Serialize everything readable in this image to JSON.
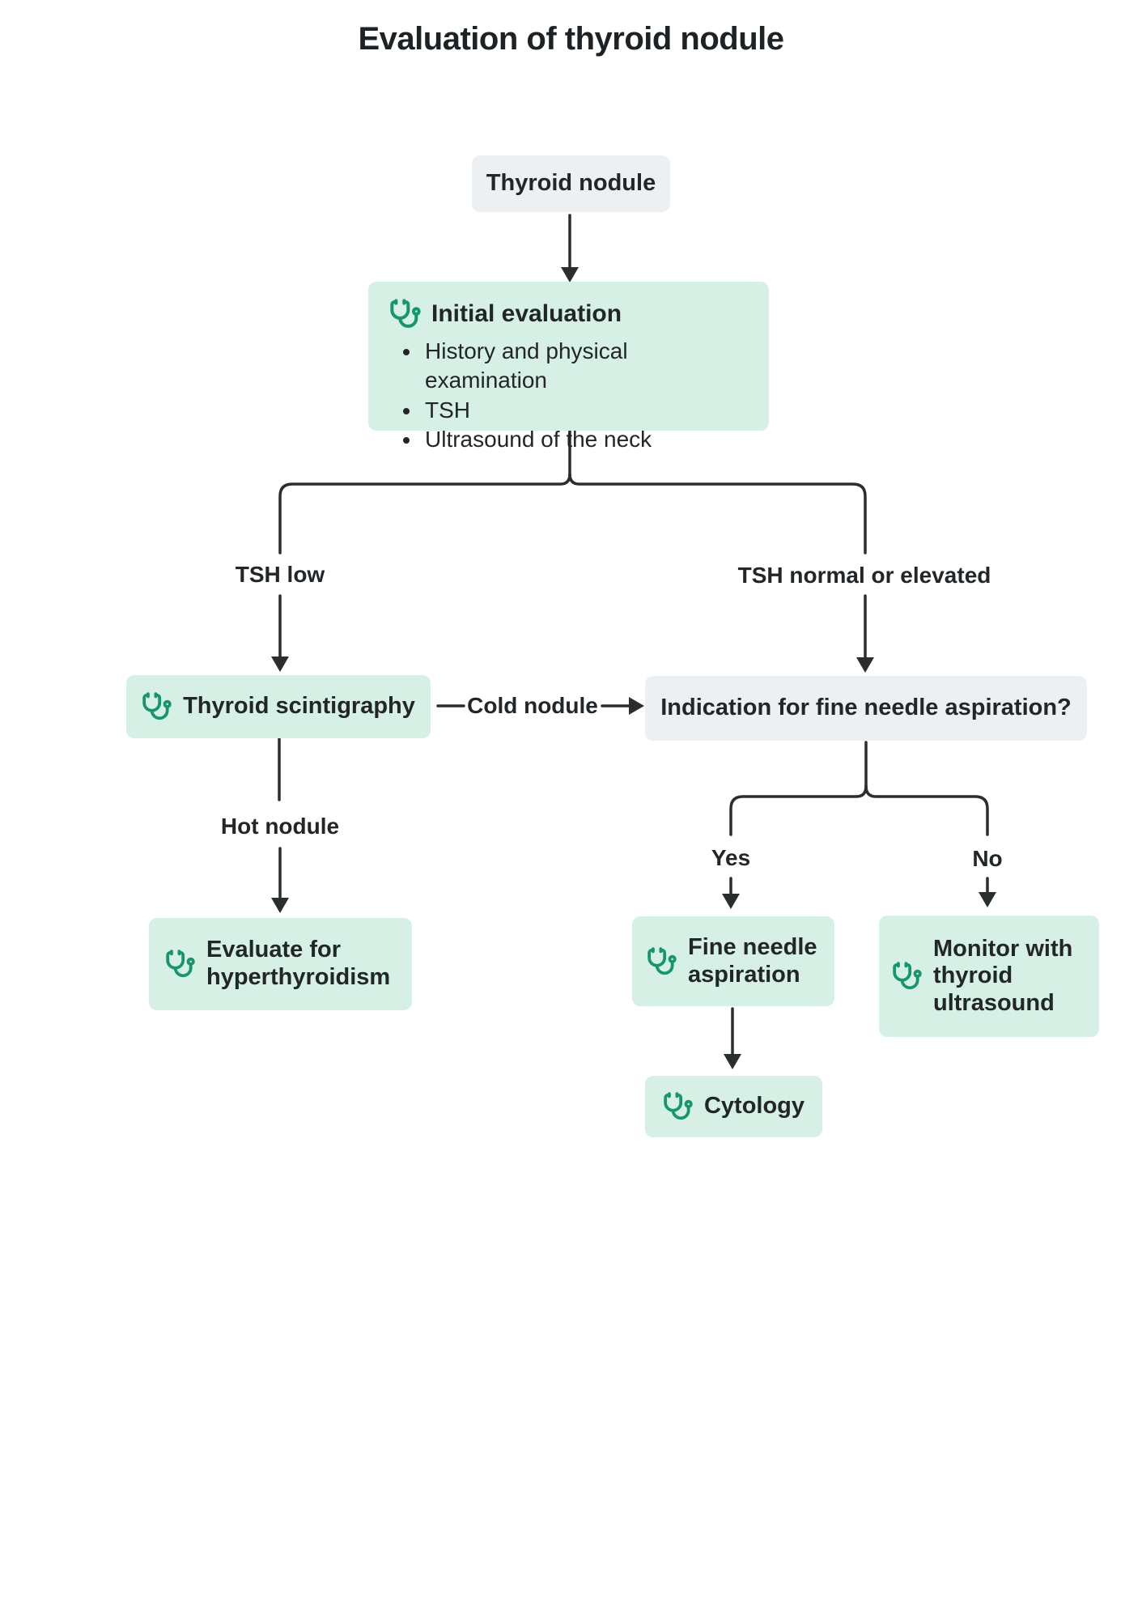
{
  "title": "Evaluation of thyroid nodule",
  "colors": {
    "node_green_bg": "#d6f0e6",
    "node_gray_bg": "#edf0f2",
    "icon_green": "#17966a",
    "line": "#2b2e2f",
    "text": "#222629"
  },
  "nodes": {
    "thyroid_nodule": {
      "label": "Thyroid nodule"
    },
    "initial_evaluation": {
      "label": "Initial evaluation",
      "icon": "stethoscope-icon",
      "bullets": [
        "History and physical examination",
        "TSH",
        "Ultrasound of the neck"
      ]
    },
    "thyroid_scintigraphy": {
      "label": "Thyroid scintigraphy",
      "icon": "stethoscope-icon"
    },
    "fna_indication": {
      "label": "Indication for fine needle aspiration?"
    },
    "evaluate_hyperthyroidism": {
      "label": "Evaluate for hyperthyroidism",
      "icon": "stethoscope-icon"
    },
    "fine_needle_aspiration": {
      "label": "Fine needle aspiration",
      "icon": "stethoscope-icon"
    },
    "monitor_thyroid_ultrasound": {
      "label": "Monitor with thyroid ultrasound",
      "icon": "stethoscope-icon"
    },
    "cytology": {
      "label": "Cytology",
      "icon": "stethoscope-icon"
    }
  },
  "edge_labels": {
    "tsh_low": "TSH low",
    "tsh_normal_or_elevated": "TSH normal or elevated",
    "cold_nodule": "Cold nodule",
    "hot_nodule": "Hot nodule",
    "yes": "Yes",
    "no": "No"
  }
}
